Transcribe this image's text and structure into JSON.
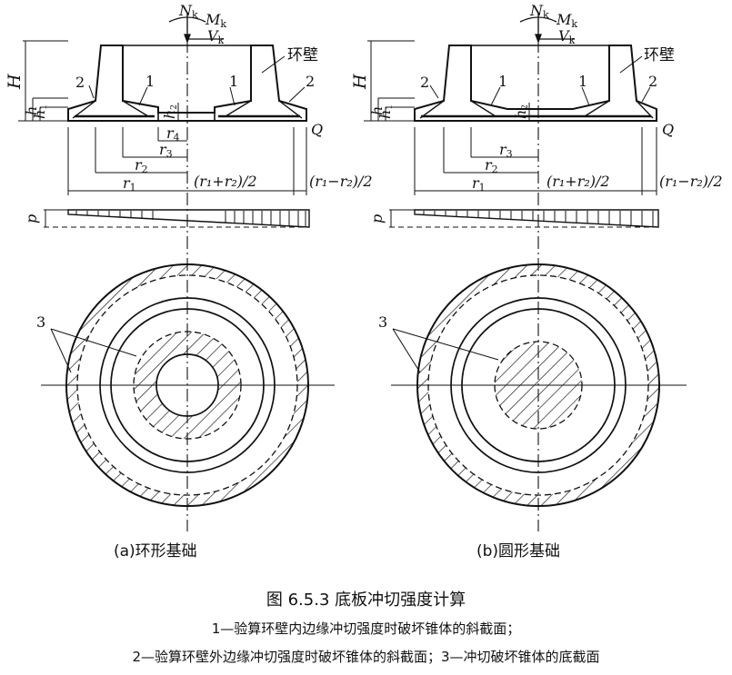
{
  "labels": {
    "N": "N",
    "M": "M",
    "V": "V",
    "k": "k",
    "wall": "环壁",
    "H": "H",
    "h": "h",
    "h1": "h",
    "h2": "h",
    "sub1": "1",
    "sub2": "2",
    "Q": "Q",
    "r": "r",
    "r1": "1",
    "r2": "2",
    "r3": "3",
    "r4": "4",
    "avg": "(r₁+r₂)/2",
    "diff": "(r₁−r₂)/2",
    "p": "p",
    "n1": "1",
    "n2": "2",
    "n3": "3"
  },
  "subfig_a": "(a)环形基础",
  "subfig_b": "(b)圆形基础",
  "title": "图 6.5.3   底板冲切强度计算",
  "legend_line1": "1—验算环壁内边缘冲切强度时破坏锥体的斜截面；",
  "legend_line2": "2—验算环壁外边缘冲切强度时破坏锥体的斜截面；3—冲切破坏锥体的底截面"
}
